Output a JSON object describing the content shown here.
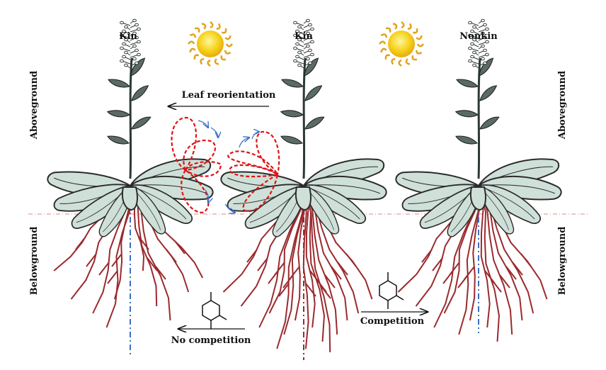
{
  "plants": [
    {
      "label": "Kin"
    },
    {
      "label": "Kin"
    },
    {
      "label": "Nonkin"
    }
  ],
  "side_labels": {
    "left_top": "Aboveground",
    "left_bottom": "Belowground",
    "right_top": "Aboveground",
    "right_bottom": "Belowground"
  },
  "arrows": {
    "leaf_reorientation": "Leaf reorientation",
    "no_competition": "No competition",
    "competition": "Competition"
  },
  "colors": {
    "root": "#9b2a2e",
    "leaf_fill": "#cfe0d9",
    "leaf_outline": "#2b2b2b",
    "dashed_leaf": "#e01414",
    "axis_blue": "#3a6fc4",
    "ground_line": "#d98a8a",
    "sun_core": "#f7d21a",
    "sun_rays": "#e0a21a"
  },
  "icons": [
    "sun-icon",
    "molecule-icon"
  ]
}
